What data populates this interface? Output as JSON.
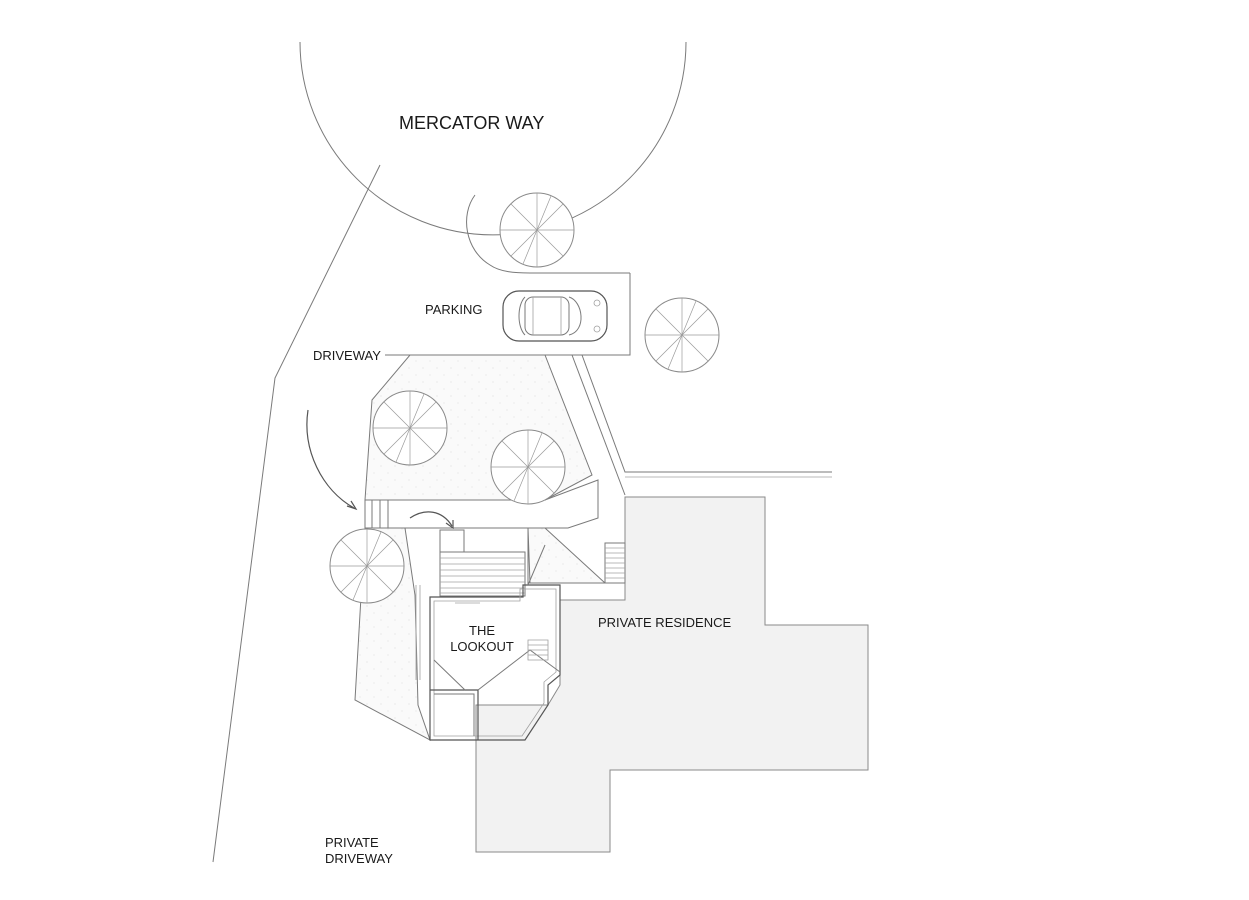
{
  "plan": {
    "street_label": "MERCATOR WAY",
    "parking_label": "PARKING",
    "driveway_label": "DRIVEWAY",
    "lookout_label_line1": "THE",
    "lookout_label_line2": "LOOKOUT",
    "residence_label": "PRIVATE RESIDENCE",
    "private_driveway_line1": "PRIVATE",
    "private_driveway_line2": "DRIVEWAY"
  },
  "colors": {
    "line": "#7a7a7a",
    "residence_fill": "#f2f2f2",
    "background": "#ffffff"
  },
  "icons": [
    "tree-icon",
    "car-icon",
    "arrow-icon",
    "stair-icon"
  ]
}
